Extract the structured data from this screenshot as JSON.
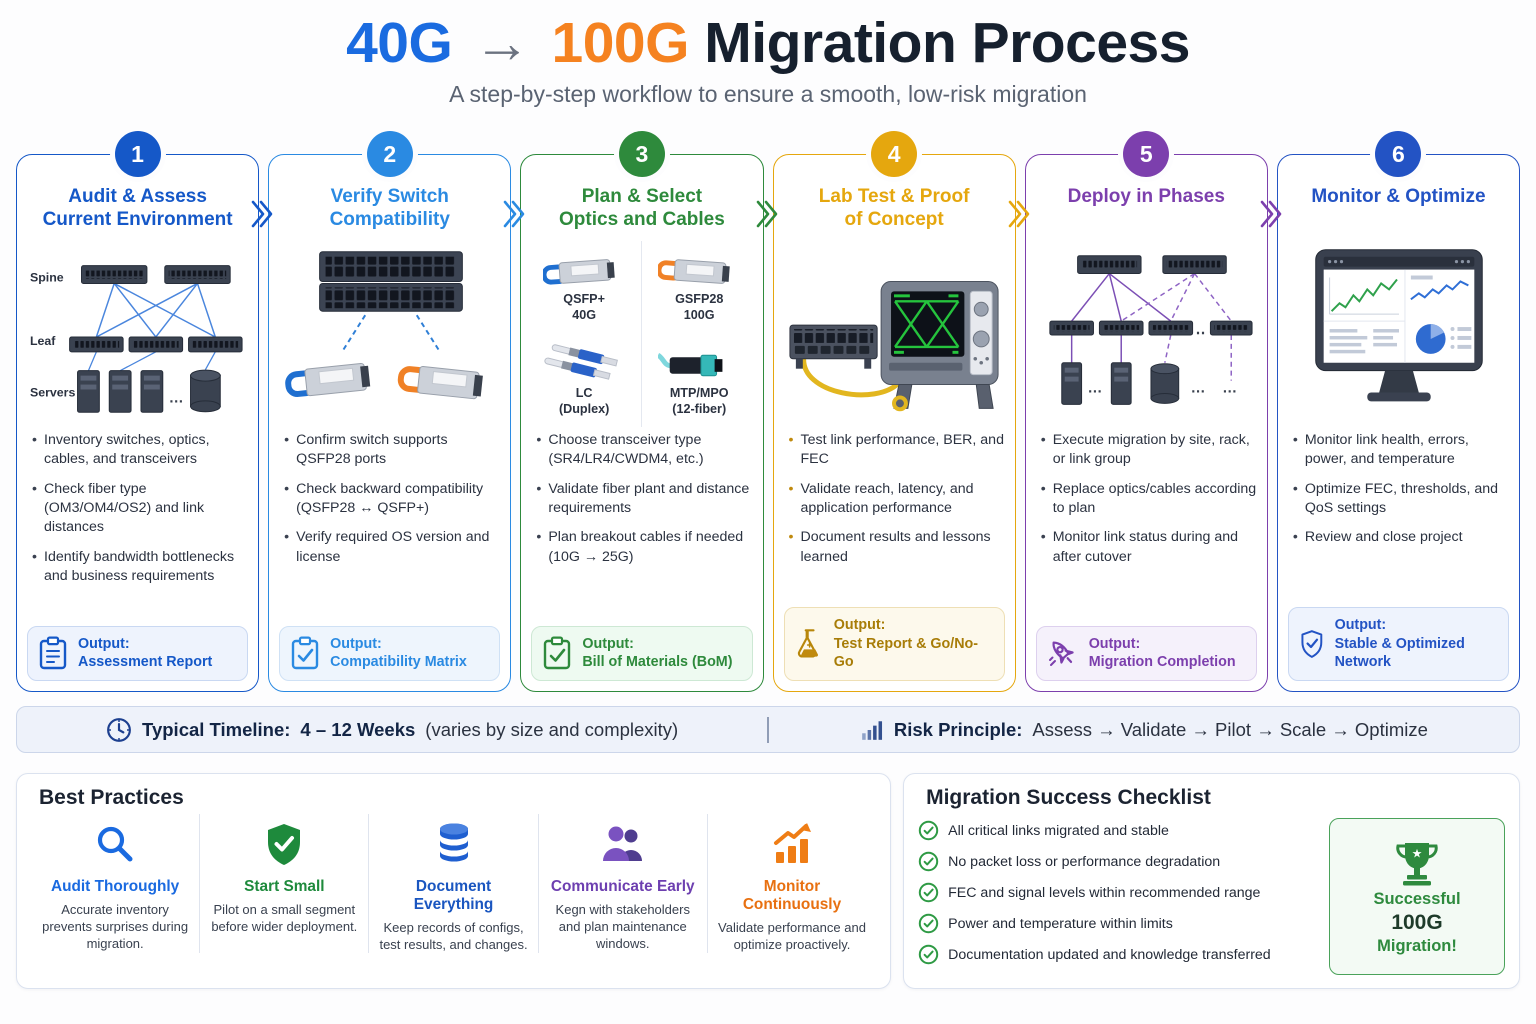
{
  "header": {
    "title_40g": "40G",
    "title_arrow": "→",
    "title_100g": "100G",
    "title_rest": "Migration Process",
    "subtitle": "A step-by-step workflow to ensure a smooth, low-risk migration"
  },
  "steps": [
    {
      "number": "1",
      "title_line1": "Audit & Assess",
      "title_line2": "Current Environment",
      "labels": {
        "spine": "Spine",
        "leaf": "Leaf",
        "servers": "Servers",
        "dots": "…"
      },
      "bullets": [
        "Inventory switches, optics, cables, and transceivers",
        "Check fiber type (OM3/OM4/OS2) and link distances",
        "Identify bandwidth bottlenecks and business requirements"
      ],
      "output_label": "Output:",
      "output_value": "Assessment Report"
    },
    {
      "number": "2",
      "title_line1": "Verify Switch",
      "title_line2": "Compatibility",
      "bullets": [
        "Confirm switch supports QSFP28 ports",
        "Check backward compatibility (QSFP28 ↔ QSFP+)",
        "Verify required OS version and license"
      ],
      "output_label": "Output:",
      "output_value": "Compatibility Matrix"
    },
    {
      "number": "3",
      "title_line1": "Plan & Select",
      "title_line2": "Optics and Cables",
      "optics": [
        {
          "line1": "QSFP+",
          "line2": "40G"
        },
        {
          "line1": "GSFP28",
          "line2": "100G"
        },
        {
          "line1": "LC",
          "line2": "(Duplex)"
        },
        {
          "line1": "MTP/MPO",
          "line2": "(12-fiber)"
        }
      ],
      "bullets": [
        "Choose transceiver type (SR4/LR4/CWDM4, etc.)",
        "Validate fiber plant and distance requirements",
        "Plan breakout cables if needed (10G → 25G)"
      ],
      "output_label": "Output:",
      "output_value": "Bill of Materials (BoM)"
    },
    {
      "number": "4",
      "title_line1": "Lab Test & Proof",
      "title_line2": "of Concept",
      "bullets": [
        "Test link performance, BER, and FEC",
        "Validate reach, latency, and application performance",
        "Document results and lessons learned"
      ],
      "output_label": "Output:",
      "output_value": "Test Report & Go/No-Go"
    },
    {
      "number": "5",
      "title_line1": "Deploy in Phases",
      "title_line2": "",
      "labels": {
        "dots": "…",
        "dots2": "‥"
      },
      "bullets": [
        "Execute migration by site, rack, or link group",
        "Replace optics/cables according to plan",
        "Monitor link status during and after cutover"
      ],
      "output_label": "Output:",
      "output_value": "Migration Completion"
    },
    {
      "number": "6",
      "title_line1": "Monitor & Optimize",
      "title_line2": "",
      "bullets": [
        "Monitor link health, errors, power, and temperature",
        "Optimize FEC, thresholds, and QoS settings",
        "Review and close project"
      ],
      "output_label": "Output:",
      "output_value": "Stable & Optimized Network"
    }
  ],
  "timeline": {
    "label": "Typical Timeline:",
    "value": "4 – 12 Weeks",
    "note": "(varies by size and complexity)",
    "risk_label": "Risk Principle:",
    "risk_value": "Assess → Validate → Pilot → Scale → Optimize"
  },
  "best_practices": {
    "title": "Best Practices",
    "items": [
      {
        "title": "Audit Thoroughly",
        "desc": "Accurate inventory prevents surprises during migration.",
        "color": "#1a6ae0"
      },
      {
        "title": "Start Small",
        "desc": "Pilot on a small segment before wider deployment.",
        "color": "#1e8a3c"
      },
      {
        "title": "Document Everything",
        "desc": "Keep records of configs, test results, and changes.",
        "color": "#1a56c0"
      },
      {
        "title": "Communicate Early",
        "desc": "Kegn with stakeholders and plan maintenance windows.",
        "color": "#6d3fb0"
      },
      {
        "title": "Monitor Continuously",
        "desc": "Validate performance and optimize proactively.",
        "color": "#e87010"
      }
    ]
  },
  "checklist": {
    "title": "Migration Success Checklist",
    "items": [
      "All critical links migrated and stable",
      "No packet loss or performance degradation",
      "FEC and signal levels within recommended range",
      "Power and temperature within limits",
      "Documentation updated and knowledge transferred"
    ]
  },
  "success_card": {
    "line1": "Successful",
    "line2": "100G",
    "line3": "Migration!"
  },
  "colors": {
    "step1": "#1558c8",
    "step2": "#2a8ae2",
    "step3": "#2e8a3c",
    "step4": "#e5a70e",
    "step5": "#7c3fad",
    "step6": "#2353c4",
    "accent_blue": "#1a6be0",
    "accent_orange": "#f58220",
    "success_green": "#2e8a3e"
  }
}
